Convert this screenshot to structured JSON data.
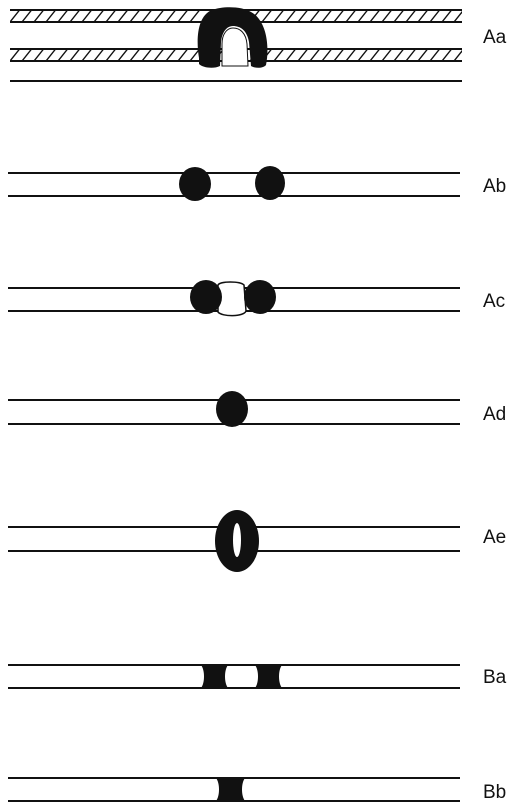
{
  "colors": {
    "ink": "#111111",
    "background": "#ffffff"
  },
  "panels": [
    {
      "id": "Aa",
      "label": "Aa"
    },
    {
      "id": "Ab",
      "label": "Ab"
    },
    {
      "id": "Ac",
      "label": "Ac"
    },
    {
      "id": "Ad",
      "label": "Ad"
    },
    {
      "id": "Ae",
      "label": "Ae"
    },
    {
      "id": "Ba",
      "label": "Ba"
    },
    {
      "id": "Bb",
      "label": "Bb"
    }
  ]
}
